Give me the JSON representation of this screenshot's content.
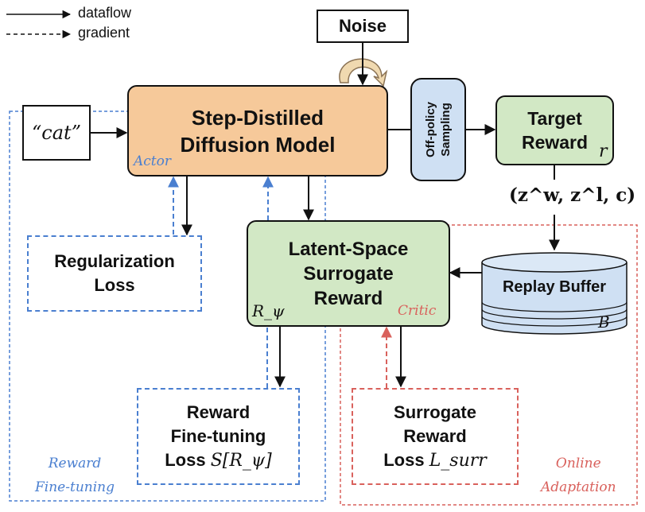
{
  "legend": {
    "dataflow": "dataflow",
    "gradient": "gradient"
  },
  "nodes": {
    "noise": "Noise",
    "cat_prompt": "“cat”",
    "diffusion": [
      "Step-Distilled",
      "Diffusion Model"
    ],
    "actor": "Actor",
    "sampling": [
      "Off-policy",
      "Sampling"
    ],
    "target_reward": [
      "Target",
      "Reward"
    ],
    "target_symbol": "r",
    "tuple": "(z^w, z^l, c)",
    "regularization": [
      "Regularization",
      "Loss"
    ],
    "surrogate": [
      "Latent-Space",
      "Surrogate",
      "Reward"
    ],
    "surrogate_symbol": "R_ψ",
    "critic": "Critic",
    "replay": "Replay Buffer",
    "replay_symbol": "B",
    "reward_ft_loss": [
      "Reward",
      "Fine-tuning",
      "Loss"
    ],
    "reward_ft_symbol": "S[R_ψ]",
    "surr_loss": [
      "Surrogate",
      "Reward",
      "Loss"
    ],
    "surr_loss_symbol": "L_surr"
  },
  "regions": {
    "reward_finetuning": [
      "Reward",
      "Fine-tuning"
    ],
    "online_adaptation": [
      "Online",
      "Adaptation"
    ]
  },
  "colors": {
    "diffusion_fill": "#f6c99a",
    "green_fill": "#d2e8c5",
    "buffer_fill": "#cfe0f3",
    "blue_dash": "#4a7fd0",
    "red_dash": "#d9615c",
    "actor_text": "#4a7fd0",
    "critic_text": "#d9615c"
  }
}
